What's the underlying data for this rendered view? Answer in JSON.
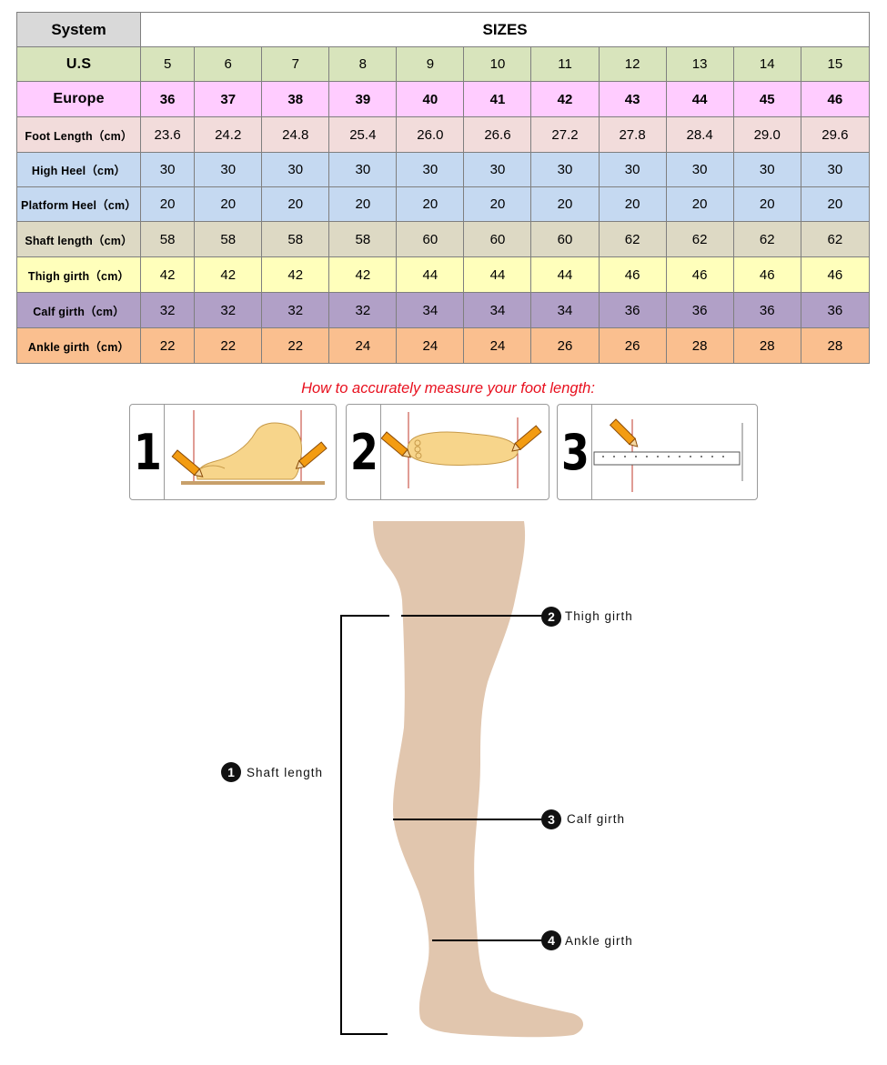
{
  "table": {
    "header": {
      "system": "System",
      "sizes": "SIZES"
    },
    "rows": [
      {
        "label": "U.S",
        "bg": "#d8e4bc",
        "values": [
          "5",
          "6",
          "7",
          "8",
          "9",
          "10",
          "11",
          "12",
          "13",
          "14",
          "15"
        ]
      },
      {
        "label": "Europe",
        "bg": "#ffccff",
        "values": [
          "36",
          "37",
          "38",
          "39",
          "40",
          "41",
          "42",
          "43",
          "44",
          "45",
          "46"
        ]
      },
      {
        "label": "Foot Length（cm）",
        "bg": "#f2dcdb",
        "values": [
          "23.6",
          "24.2",
          "24.8",
          "25.4",
          "26.0",
          "26.6",
          "27.2",
          "27.8",
          "28.4",
          "29.0",
          "29.6"
        ]
      },
      {
        "label": "High Heel（cm）",
        "bg": "#c5d9f1",
        "values": [
          "30",
          "30",
          "30",
          "30",
          "30",
          "30",
          "30",
          "30",
          "30",
          "30",
          "30"
        ]
      },
      {
        "label": "Platform Heel（cm）",
        "bg": "#c5d9f1",
        "values": [
          "20",
          "20",
          "20",
          "20",
          "20",
          "20",
          "20",
          "20",
          "20",
          "20",
          "20"
        ]
      },
      {
        "label": "Shaft length（cm）",
        "bg": "#ddd9c4",
        "values": [
          "58",
          "58",
          "58",
          "58",
          "60",
          "60",
          "60",
          "62",
          "62",
          "62",
          "62"
        ]
      },
      {
        "label": "Thigh girth（cm）",
        "bg": "#ffffbb",
        "values": [
          "42",
          "42",
          "42",
          "42",
          "44",
          "44",
          "44",
          "46",
          "46",
          "46",
          "46"
        ]
      },
      {
        "label": "Calf girth（cm）",
        "bg": "#b1a0c7",
        "values": [
          "32",
          "32",
          "32",
          "32",
          "34",
          "34",
          "34",
          "36",
          "36",
          "36",
          "36"
        ]
      },
      {
        "label": "Ankle girth（cm）",
        "bg": "#fabf8f",
        "values": [
          "22",
          "22",
          "22",
          "24",
          "24",
          "24",
          "26",
          "26",
          "28",
          "28",
          "28"
        ]
      }
    ],
    "header_bg": "#d9d9d9"
  },
  "measure": {
    "title": "How to accurately measure your foot length:",
    "steps": [
      {
        "num": "1"
      },
      {
        "num": "2"
      },
      {
        "num": "3"
      }
    ]
  },
  "diagram": {
    "labels": {
      "shaft": {
        "num": "1",
        "text": "Shaft length"
      },
      "thigh": {
        "num": "2",
        "text": "Thigh girth"
      },
      "calf": {
        "num": "3",
        "text": "Calf girth"
      },
      "ankle": {
        "num": "4",
        "text": "Ankle girth"
      }
    },
    "skin_color": "#e1c6ae"
  }
}
